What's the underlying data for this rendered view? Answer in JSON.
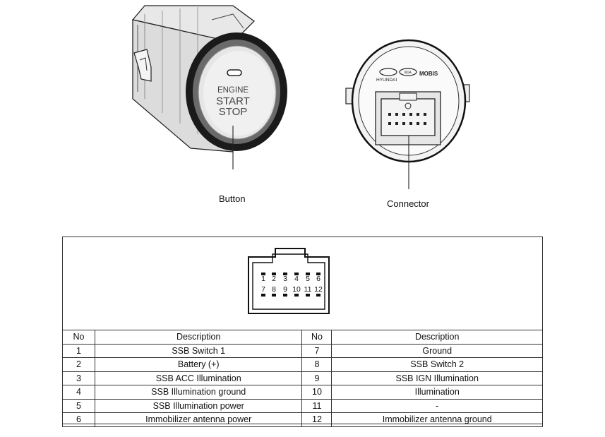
{
  "figure": {
    "button_face": [
      "ENGINE",
      "START",
      "STOP"
    ],
    "logo_texts": [
      "HYUNDAI",
      "KIA",
      "MOBIS"
    ],
    "callouts": {
      "button": "Button",
      "connector": "Connector"
    }
  },
  "connector_diagram": {
    "top_row": [
      "1",
      "2",
      "3",
      "4",
      "5",
      "6"
    ],
    "bottom_row": [
      "7",
      "8",
      "9",
      "10",
      "11",
      "12"
    ]
  },
  "pin_table": {
    "headers": [
      "No",
      "Description",
      "No",
      "Description"
    ],
    "rows": [
      [
        "1",
        "SSB Switch 1",
        "7",
        "Ground"
      ],
      [
        "2",
        "Battery (+)",
        "8",
        "SSB Switch 2"
      ],
      [
        "3",
        "SSB ACC Illumination",
        "9",
        "SSB IGN Illumination"
      ],
      [
        "4",
        "SSB Illumination ground",
        "10",
        "Illumination"
      ],
      [
        "5",
        "SSB Illumination power",
        "11",
        "-"
      ],
      [
        "6",
        "Immobilizer antenna power",
        "12",
        "Immobilizer antenna ground"
      ]
    ]
  }
}
